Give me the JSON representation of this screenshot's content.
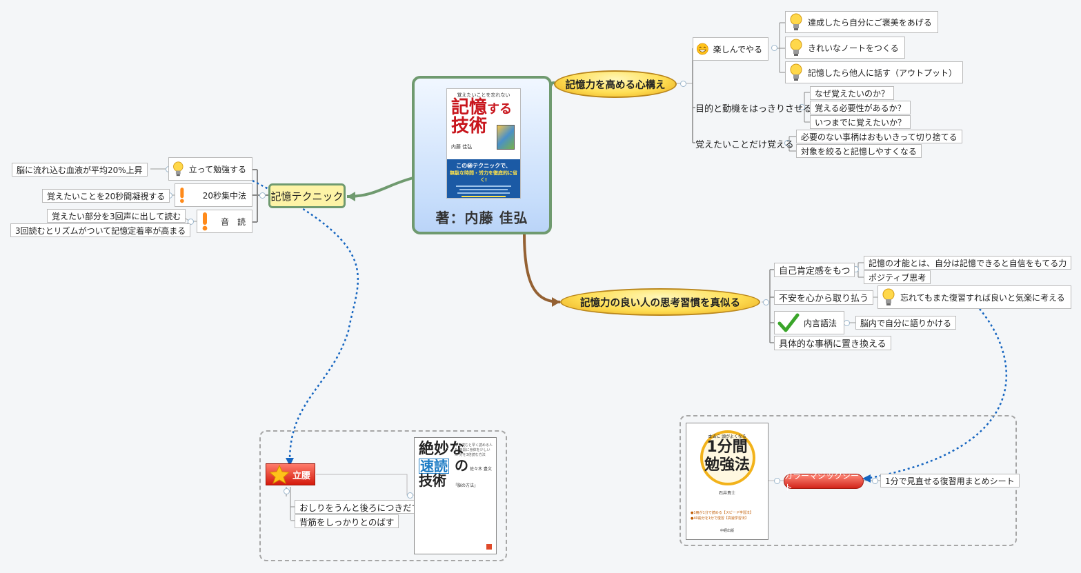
{
  "central": {
    "book_small_title": "覚えたいことを忘れない",
    "book_title_1": "記憶",
    "book_title_2": "する",
    "book_title_3": "技術",
    "book_author_small": "内藤 佳弘",
    "book_band_1": "この㊙テクニックで、",
    "book_band_2": "無駄な時間・労力を徹底的に省く!",
    "author": "著：内藤 佳弘"
  },
  "technique": {
    "label": "記憶テクニック",
    "children": [
      {
        "label": "立って勉強する",
        "icon": "lightbulb-icon",
        "note": "脳に流れ込む血液が平均20%上昇"
      },
      {
        "label": "20秒集中法",
        "icon": "exclamation-icon",
        "note": "覚えたいことを20秒間凝視する"
      },
      {
        "label": "音　読",
        "icon": "exclamation-icon",
        "notes": [
          "覚えたい部分を3回声に出して読む",
          "3回読むとリズムがついて記憶定着率が高まる"
        ]
      }
    ]
  },
  "mindset": {
    "label": "記憶力を高める心構え",
    "children": [
      {
        "label": "楽しんでやる",
        "icon": "smiley-icon",
        "items": [
          "達成したら自分にご褒美をあげる",
          "きれいなノートをつくる",
          "記憶したら他人に話す（アウトプット）"
        ]
      },
      {
        "label": "目的と動機をはっきりさせる",
        "items": [
          "なぜ覚えたいのか？",
          "覚える必要性があるか？",
          "いつまでに覚えたいか？"
        ]
      },
      {
        "label": "覚えたいことだけ覚える",
        "items": [
          "必要のない事柄はおもいきって切り捨てる",
          "対象を絞ると記憶しやすくなる"
        ]
      }
    ]
  },
  "habits": {
    "label": "記憶力の良い人の思考習慣を真似る",
    "children": [
      {
        "label": "自己肯定感をもつ",
        "items": [
          "記憶の才能とは、自分は記憶できると自信をもてる力",
          "ポジティブ思考"
        ]
      },
      {
        "label": "不安を心から取り払う",
        "items": [
          "忘れてもまた復習すれば良いと気楽に考える"
        ]
      },
      {
        "label": "内言語法",
        "icon": "checkmark-icon",
        "items": [
          "脳内で自分に語りかける"
        ]
      },
      {
        "label": "具体的な事柄に置き換える"
      }
    ]
  },
  "ritsu": {
    "label": "立腰",
    "items": [
      "おしりをうんと後ろにつきだす",
      "背筋をしっかりとのばす"
    ],
    "book": {
      "title_1": "絶妙な",
      "title_2": "速読",
      "title_3": "の",
      "title_4": "技術",
      "blurb": "本を読むと早く読める人も 普段に身体を少しいた 分を3倍読む方法",
      "author": "佐々木 豊文",
      "sub": "「脳の方法」"
    }
  },
  "magic": {
    "label": "カラーマジックシート",
    "note": "1分で見直せる復習用まとめシート",
    "book": {
      "top": "本当に 頭がよくなる",
      "title_1": "1分間",
      "title_2": "勉強法",
      "author": "石井貴士",
      "lines": [
        "●1冊が1分で読める【スピード学習法】",
        "●40冊分を1分で復習【高速学習法】"
      ],
      "publisher": "中経出版"
    }
  },
  "colors": {
    "green_branch": "#6f9a6f",
    "brown_branch": "#946133",
    "dotted_link": "#1565c0",
    "topic_fill": "#ffdf55"
  }
}
